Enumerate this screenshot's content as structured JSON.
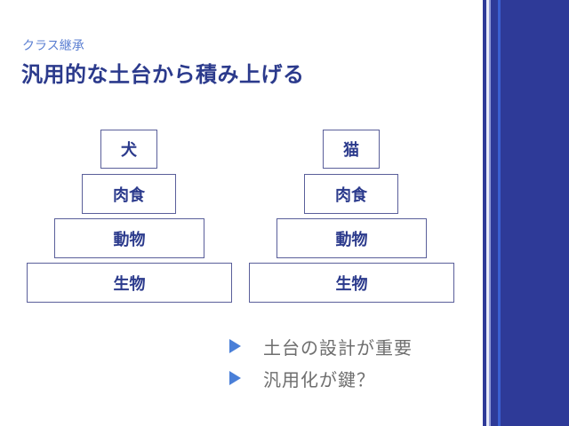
{
  "slide": {
    "subtitle": "クラス継承",
    "title": "汎用的な土台から積み上げる"
  },
  "pyramids": [
    {
      "name": "dog",
      "levels": [
        "犬",
        "肉食",
        "動物",
        "生物"
      ]
    },
    {
      "name": "cat",
      "levels": [
        "猫",
        "肉食",
        "動物",
        "生物"
      ]
    }
  ],
  "bullets": [
    {
      "icon": "triangle-bullet-icon",
      "text": "土台の設計が重要"
    },
    {
      "icon": "triangle-bullet-icon",
      "text": "汎用化が鍵？"
    }
  ],
  "colors": {
    "title": "#2b3a8c",
    "subtitle": "#5b7fd2",
    "box_border": "#5a5f9a",
    "bullet_icon": "#4a7fd8",
    "bullet_text": "#6e6e6e",
    "sidebar": "#2e3a98"
  }
}
